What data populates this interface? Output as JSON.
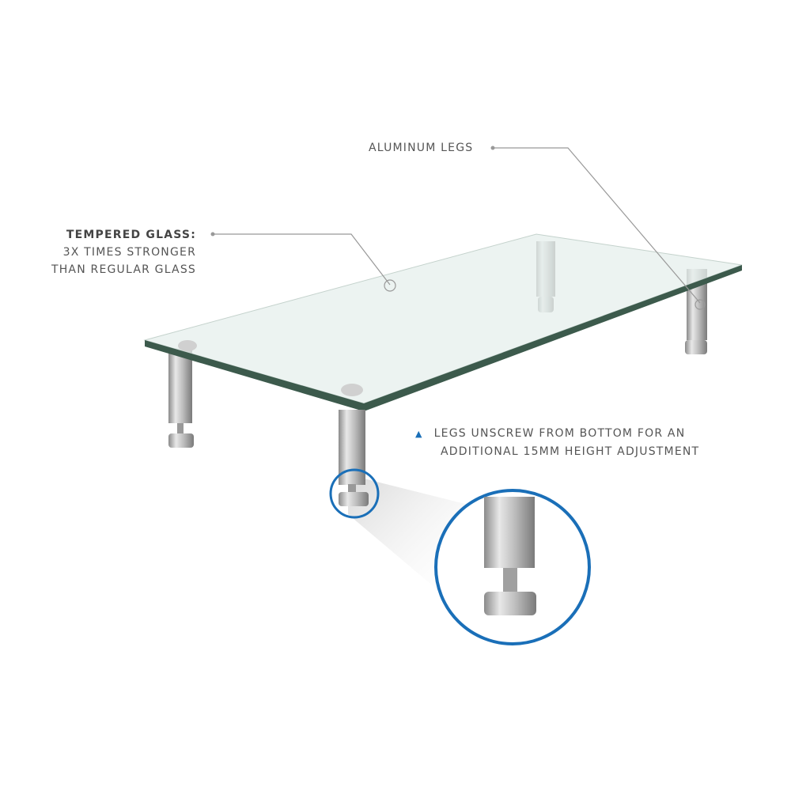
{
  "callouts": {
    "legs": {
      "label": "ALUMINUM LEGS"
    },
    "glass": {
      "title": "TEMPERED GLASS:",
      "line1": "3X TIMES STRONGER",
      "line2": "THAN REGULAR GLASS"
    },
    "adjust": {
      "marker": "▲",
      "line1": "LEGS UNSCREW FROM BOTTOM FOR AN",
      "line2": "ADDITIONAL 15MM HEIGHT ADJUSTMENT"
    }
  },
  "colors": {
    "accent": "#1a6fb8",
    "text": "#555555",
    "glass_edge": "#3c5a4c",
    "leader": "#999999"
  }
}
